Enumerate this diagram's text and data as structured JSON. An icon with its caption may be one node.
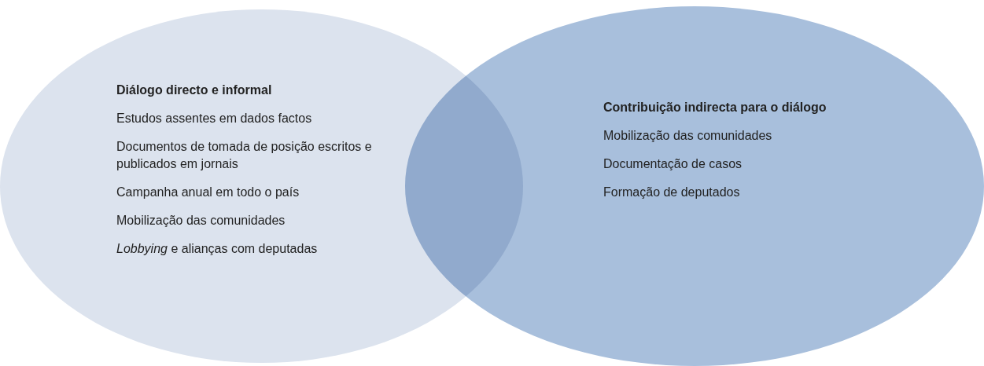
{
  "diagram": {
    "nodes": [
      {
        "text": [
          "Diálogo directo e informal",
          "Estudos assentes em dados factos",
          "Documentos de tomada de posição escritos e publicados em jornais",
          "Campanha anual em todo o país",
          "Mobilização das comunidades",
          "*Lobbying* e alianças com deputadas"
        ]
      },
      {
        "text": [
          "Contribuição indirecta para o diálogo",
          "Mobilização das comunidades",
          "Documentação de casos",
          "Formação de deputados"
        ]
      }
    ],
    "edges": []
  }
}
